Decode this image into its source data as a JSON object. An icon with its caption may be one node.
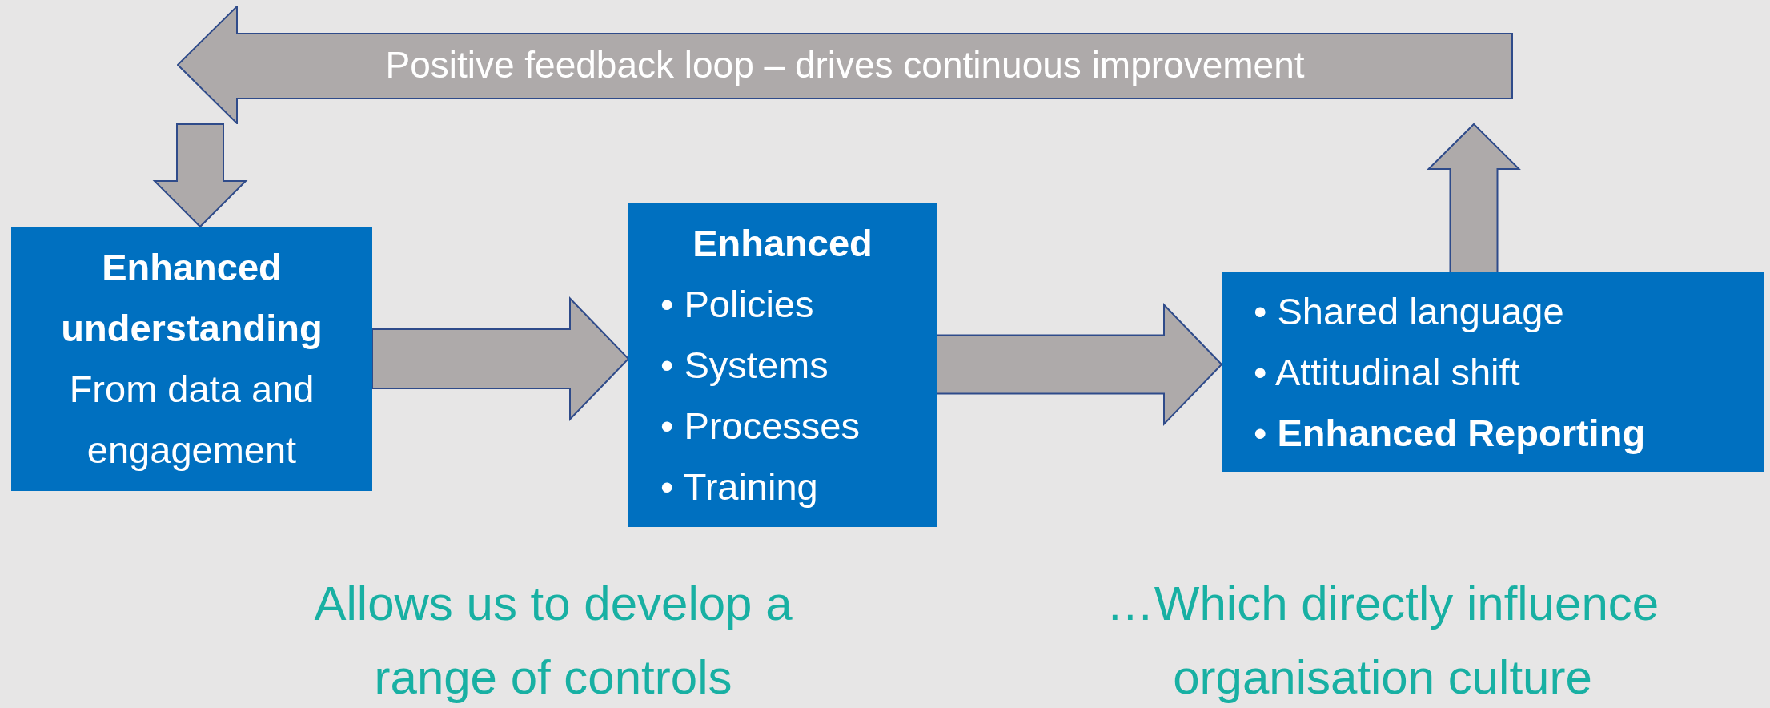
{
  "diagram": {
    "nodes": [
      {
        "text": [
          "Enhanced understanding",
          "From data and engagement"
        ]
      },
      {
        "text": [
          "Enhanced",
          "• Policies",
          "• Systems",
          "• Processes",
          "• Training"
        ]
      },
      {
        "text": [
          "• Shared language",
          "• Attitudinal shift",
          "• **Enhanced Reporting**"
        ]
      },
      {
        "text": [
          "Positive feedback loop – drives continuous improvement"
        ]
      }
    ],
    "edges": [
      {
        "from": 0,
        "to": 1,
        "arrow": "to"
      },
      {
        "from": 1,
        "to": 2,
        "arrow": "to"
      },
      {
        "from": 2,
        "to": 3,
        "arrow": "to"
      },
      {
        "from": 3,
        "to": 0,
        "arrow": "to"
      }
    ],
    "labels": [
      "Allows us to develop a range of controls",
      "…Which directly influence organisation culture"
    ]
  }
}
